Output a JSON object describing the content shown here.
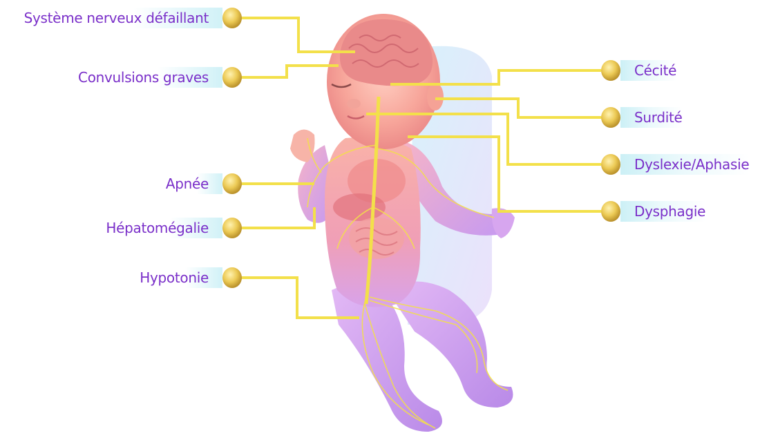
{
  "labels": {
    "left": [
      "Système nerveux défaillant",
      "Convulsions graves",
      "Apnée",
      "Hépatomégalie",
      "Hypotonie"
    ],
    "right": [
      "Cécité",
      "Surdité",
      "Dyslexie/Aphasie",
      "Dysphagie"
    ]
  },
  "colors": {
    "label_text": "#7a2fc9",
    "leader_line": "#f3e04a",
    "marker": "#e8c64a",
    "skin": "#f6a2a0",
    "body_limb": "#c79af0",
    "backdrop": "#bfe6f7"
  }
}
